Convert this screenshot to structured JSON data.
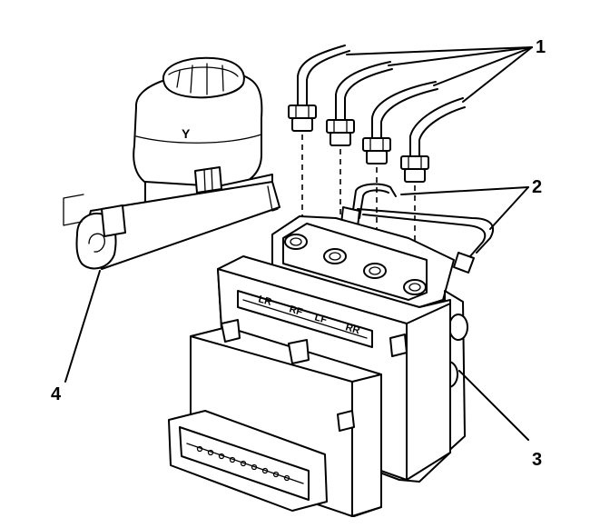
{
  "callouts": [
    {
      "label": "1",
      "part": "brake-pipe-fittings"
    },
    {
      "label": "2",
      "part": "master-cylinder-pipes"
    },
    {
      "label": "3",
      "part": "abs-modulator-assembly"
    },
    {
      "label": "4",
      "part": "master-cylinder"
    }
  ],
  "module_port_labels": [
    "LR",
    "RF",
    "LF",
    "RR"
  ]
}
